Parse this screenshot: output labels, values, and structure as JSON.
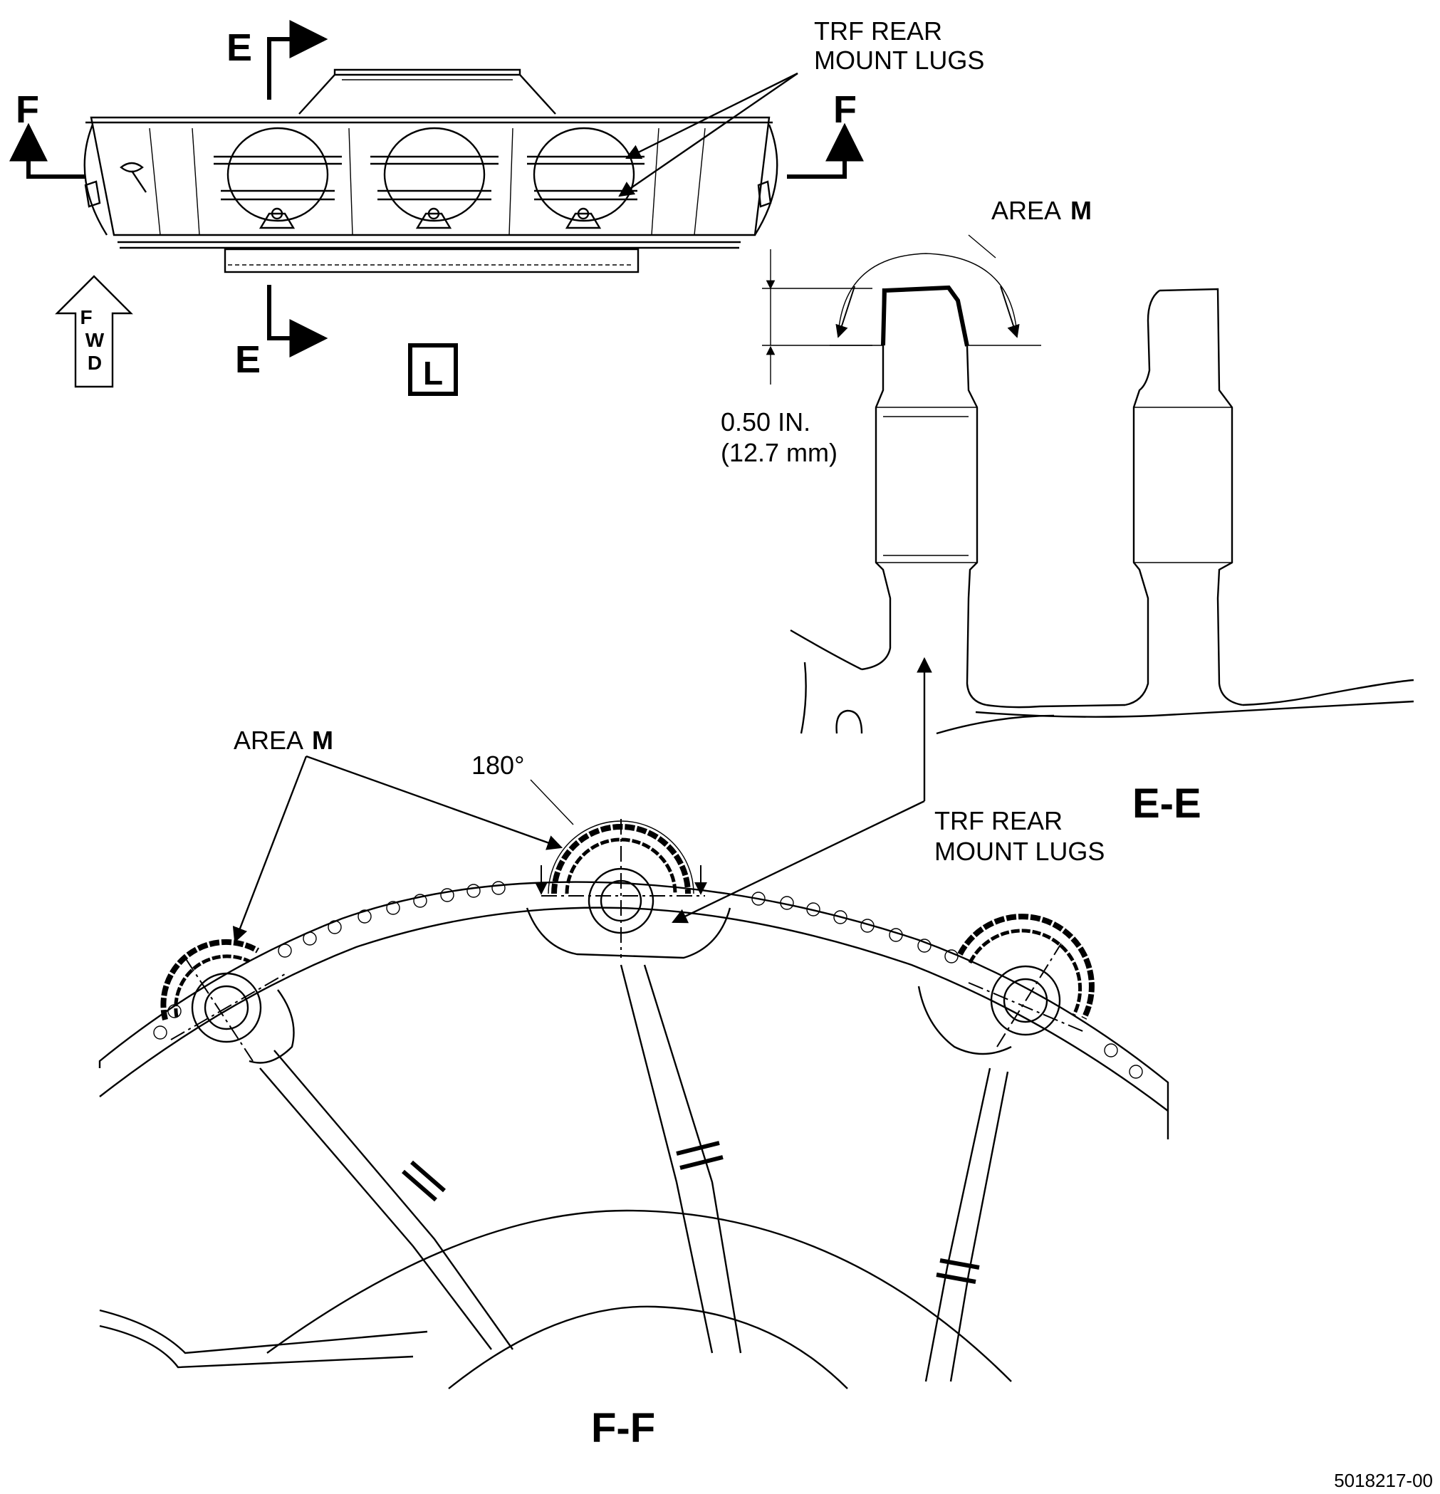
{
  "view_top": {
    "section_e_letter": "E",
    "section_f_letter": "F",
    "callout_line1": "TRF REAR",
    "callout_line2": "MOUNT LUGS",
    "fwd_letters": [
      "F",
      "W",
      "D"
    ],
    "detail_id": "L"
  },
  "view_ee": {
    "area_label": "AREA",
    "area_letter": "M",
    "dim_line1": "0.50 IN.",
    "dim_line2": "(12.7 mm)",
    "title": "E-E"
  },
  "view_ff": {
    "area_label": "AREA",
    "area_letter": "M",
    "angle_label": "180°",
    "callout_line1": "TRF REAR",
    "callout_line2": "MOUNT LUGS",
    "title": "F-F"
  },
  "figure_number": "5018217-00"
}
